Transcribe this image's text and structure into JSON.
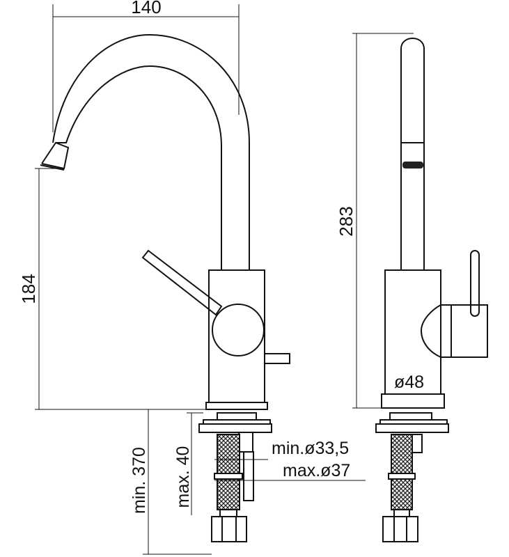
{
  "dimensions": {
    "width_top": "140",
    "spout_height": "184",
    "total_height": "283",
    "base_diameter": "ø48",
    "deck_thickness_min": "min. 370",
    "deck_thickness_max": "max. 40",
    "hole_min": "min.ø33,5",
    "hole_max": "max.ø37"
  }
}
